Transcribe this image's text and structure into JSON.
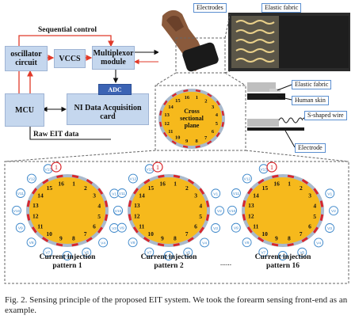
{
  "blocks": {
    "oscillator": "oscillator\ncircuit",
    "vccs": "VCCS",
    "multiplexor": "Multiplexor\nmodule",
    "mcu": "MCU",
    "ni_daq": "NI Data Acquisition\ncard",
    "adc": "ADC"
  },
  "arrows": {
    "sequential_control": "Sequential control",
    "raw_eit_data": "Raw EIT data"
  },
  "photo_labels": {
    "electrodes": "Electrodes",
    "elastic_fabric": "Elastic fabric"
  },
  "detail_labels": {
    "elastic_fabric": "Elastic fabric",
    "human_skin": "Human skin",
    "s_wire": "S-shaped wire",
    "electrode": "Electrode"
  },
  "cross_section": {
    "label": "Cross sectional\nplane",
    "electrodes": [
      "1",
      "2",
      "3",
      "4",
      "5",
      "6",
      "7",
      "8",
      "9",
      "10",
      "11",
      "12",
      "13",
      "14",
      "15",
      "16"
    ]
  },
  "patterns": [
    {
      "caption": "Current injection\npattern 1",
      "source": "1"
    },
    {
      "caption": "Current injection\npattern 2",
      "source": "1"
    },
    {
      "caption": "Current injection\npattern 16",
      "source": "1"
    }
  ],
  "ellipsis": "......",
  "voltage_labels": [
    "V1",
    "V2",
    "V3",
    "V4",
    "V5",
    "V6",
    "V7",
    "V8",
    "V9",
    "V10",
    "V11",
    "V12",
    "V13"
  ],
  "caption": "Fig. 2.   Sensing principle of the proposed EIT system. We took the forearm sensing front-end as an example.",
  "colors": {
    "block": "#c5d7ee",
    "arrow_red": "#e03a2a",
    "ellipse_fill": "#f6b91c",
    "electrode": "#d9262b",
    "circle": "#3b86c9"
  }
}
